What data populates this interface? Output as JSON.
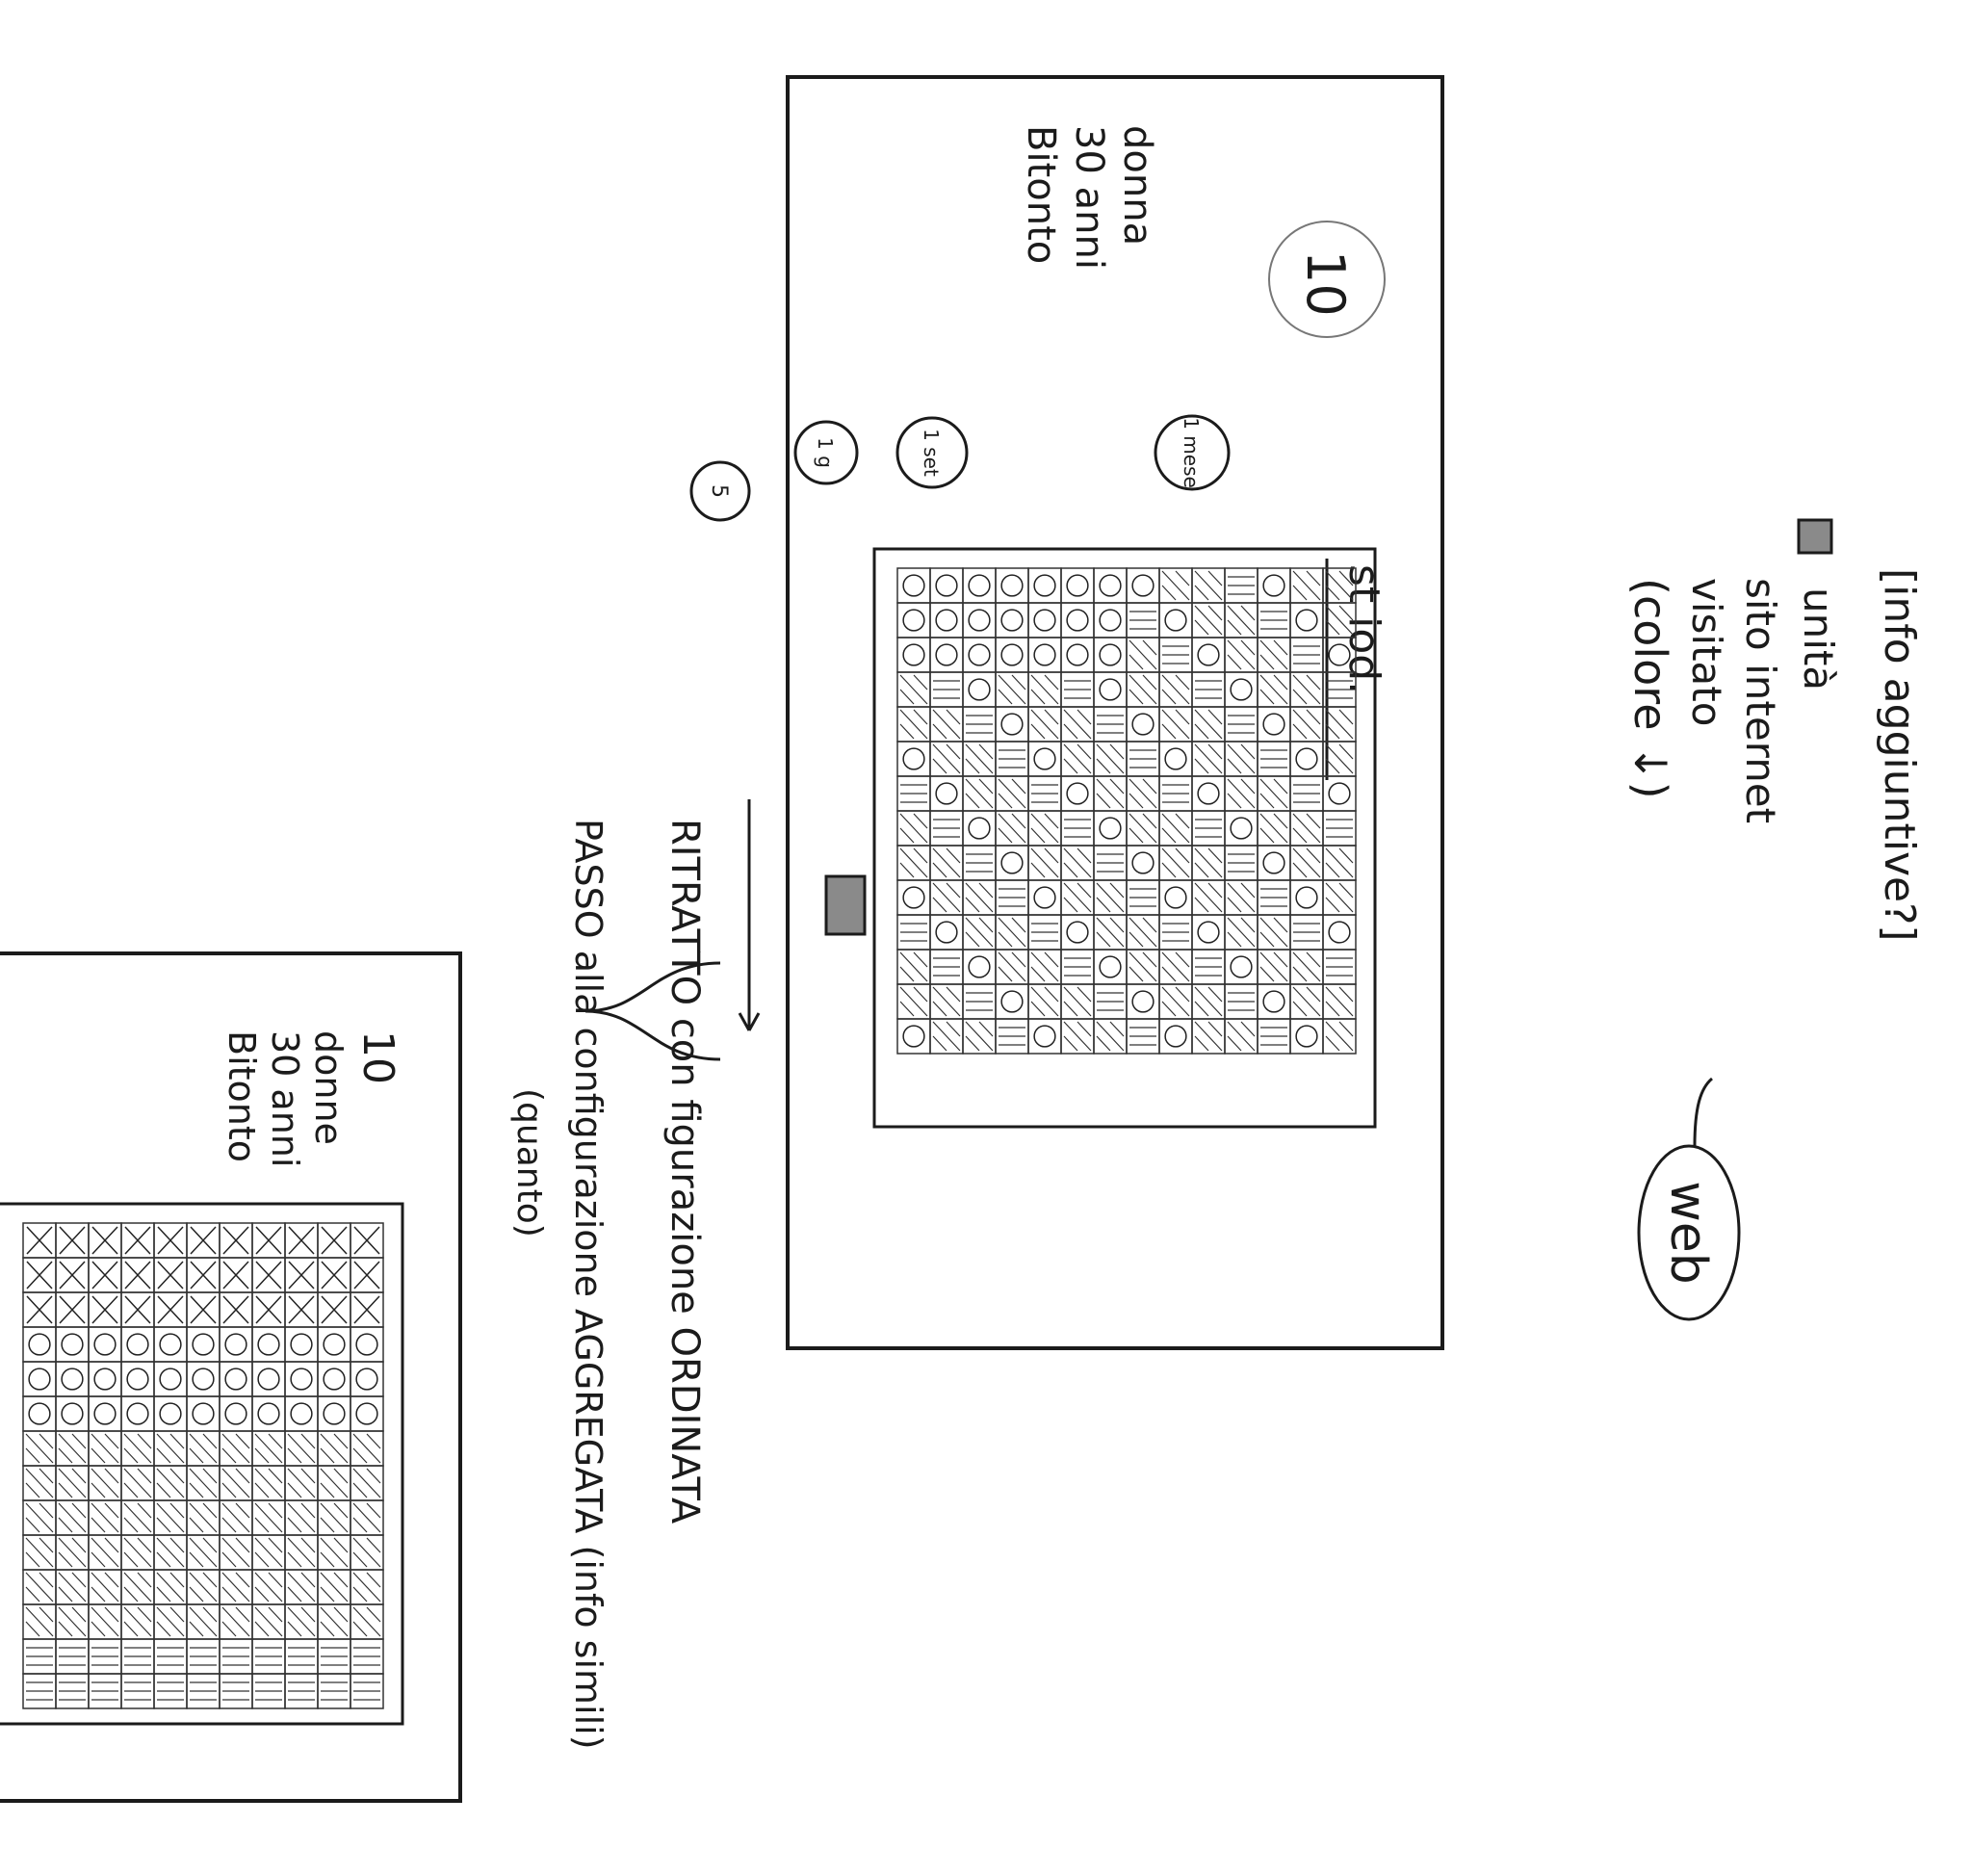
{
  "colors": {
    "ink": "#1b1b1b",
    "paper": "#ffffff",
    "shade": "#8a8a8a"
  },
  "web_label": "web",
  "panel_main": {
    "profile": {
      "number": "10",
      "line1": "donna",
      "line2": "30 anni",
      "line3": "Bitonto"
    },
    "badges": {
      "month": "1 mese",
      "week": "1 set",
      "day": "1 g",
      "five": "5"
    }
  },
  "panel_small": {
    "profile": {
      "number": "10",
      "line1": "donne",
      "line2": "30 anni",
      "line3": "Bitonto"
    }
  },
  "notes": {
    "info": "[info aggiuntive?]",
    "unit": "unità",
    "site_line1": "sito internet",
    "site_line2": "visitato",
    "color": "(colore ↓)",
    "st_iod": "st iod.",
    "portrait": "RITRATTO con figurazione ORDINATA",
    "step_line1": "PASSO alla configurazione AGGREGATA (info simili)",
    "step_line2": "(quanto)"
  },
  "icons": [
    "grid-cell-icon",
    "legend-square-icon",
    "bracket-icon",
    "arrow-icon"
  ]
}
